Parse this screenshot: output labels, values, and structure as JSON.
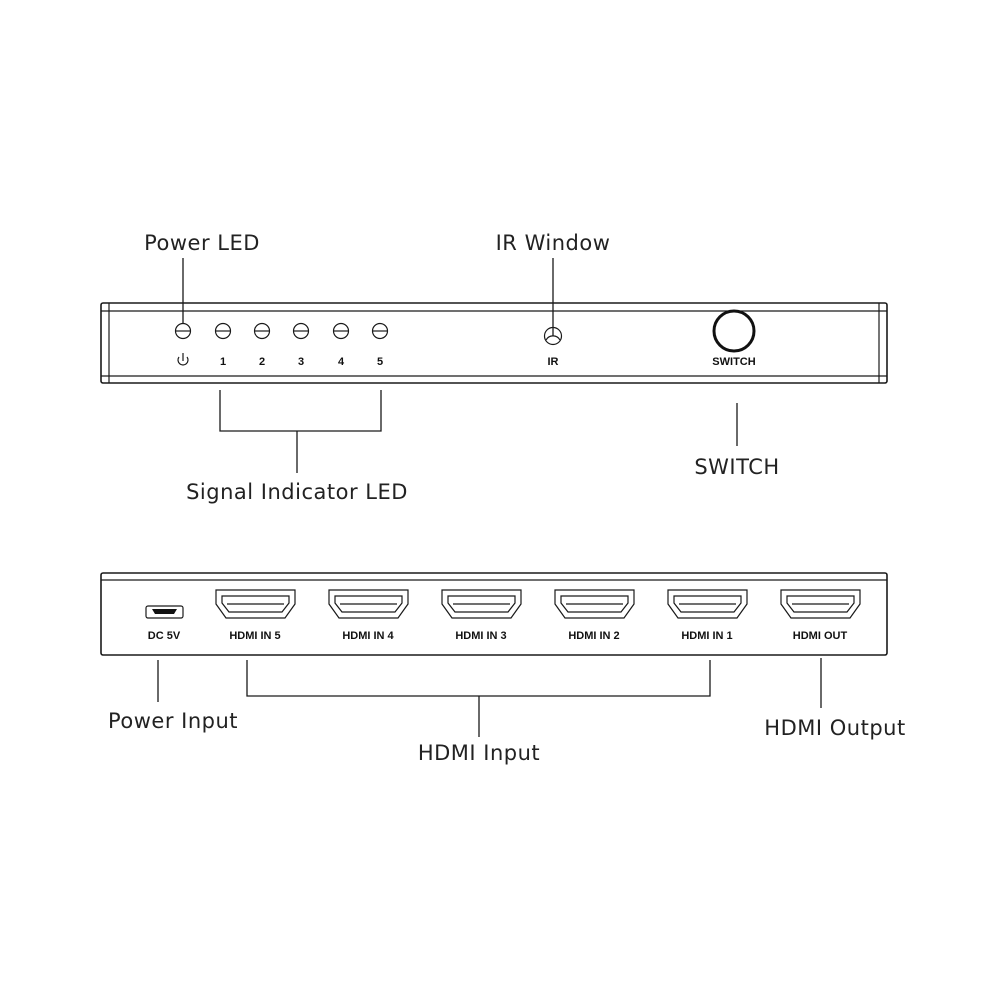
{
  "front": {
    "callouts": {
      "power_led": "Power LED",
      "ir_window": "IR Window",
      "signal_led": "Signal Indicator LED",
      "switch": "SWITCH"
    },
    "led_labels": [
      "1",
      "2",
      "3",
      "4",
      "5"
    ],
    "power_symbol": "power-icon",
    "ir_label": "IR",
    "switch_label": "SWITCH"
  },
  "rear": {
    "callouts": {
      "power_input": "Power Input",
      "hdmi_input": "HDMI Input",
      "hdmi_output": "HDMI Output"
    },
    "dc_label": "DC 5V",
    "ports": [
      "HDMI IN 5",
      "HDMI IN 4",
      "HDMI IN 3",
      "HDMI IN 2",
      "HDMI IN 1",
      "HDMI OUT"
    ]
  }
}
